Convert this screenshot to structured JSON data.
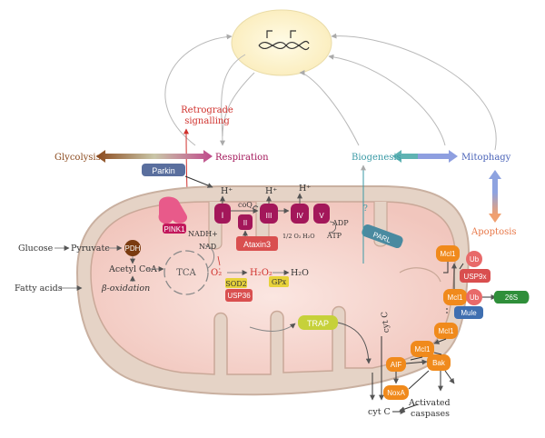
{
  "labels": {
    "retrograde_line1": "Retrograde",
    "retrograde_line2": "signalling",
    "glycolysis": "Glycolysis",
    "respiration": "Respiration",
    "biogenesis": "Biogenesis",
    "mitophagy": "Mitophagy",
    "apoptosis": "Apoptosis",
    "parkin": "Parkin",
    "pink1": "PINK1",
    "nadh": "NADH+",
    "nad": "NAD",
    "hplus_1": "H⁺",
    "hplus_2": "H⁺",
    "hplus_3": "H⁺",
    "coq": "coQ",
    "complex_i": "I",
    "complex_ii": "II",
    "complex_iii": "III",
    "complex_iv": "IV",
    "complex_v": "V",
    "half_o2": "1/2 O₂",
    "h2o_a": "H₂O",
    "adp": "ADP",
    "atp": "ATP",
    "ataxin3": "Ataxin3",
    "pdh": "PDH",
    "glucose": "Glucose",
    "pyruvate": "Pyruvate",
    "acetyl_coa": "Acetyl CoA",
    "fatty_acids": "Fatty acids",
    "beta_oxidation": "β-oxidation",
    "tca": "TCA",
    "superoxide": "O₂̇",
    "h2o2": "H₂O₂",
    "h2o_b": "H₂O",
    "sod2": "SOD2",
    "gpx": "GPx",
    "usp36": "USP36",
    "parl": "PARL",
    "question": "?",
    "trap": "TRAP",
    "cyt_c_inner": "cyt C",
    "cyt_c_outer": "cyt C",
    "mcl1_a": "Mcl1",
    "mcl1_b": "Mcl1",
    "mcl1_c": "Mcl1",
    "mcl1_d": "Mcl1",
    "ub_a": "Ub",
    "ub_b": "Ub",
    "usp9x": "USP9x",
    "proteasome": "26S",
    "mule": "Mule",
    "aif": "AIF",
    "bak": "Bak",
    "noxa": "NoxA",
    "activated_line1": "Activated",
    "activated_line2": "caspases"
  },
  "colors": {
    "complex": "#a3175a",
    "ataxin": "#d94f4f",
    "mcl1": "#f08a1c",
    "ub": "#e86a6a",
    "mule": "#3f6fb0",
    "parkin": "#5a6f9e",
    "trap": "#c6d13a",
    "pdh": "#7a3b10",
    "parl": "#4a8aa0",
    "proteasome": "#2f8f3a",
    "gpx": "#e7d23a",
    "retrograde": "#d0312d",
    "glycolysis": "#8b4a1e",
    "respiration": "#a3175a",
    "biogenesis": "#3a9aa6",
    "mitophagy": "#4a63b8",
    "apoptosis": "#e8794a"
  },
  "icons": {
    "nucleus_dna": "dna-helix-icon"
  }
}
